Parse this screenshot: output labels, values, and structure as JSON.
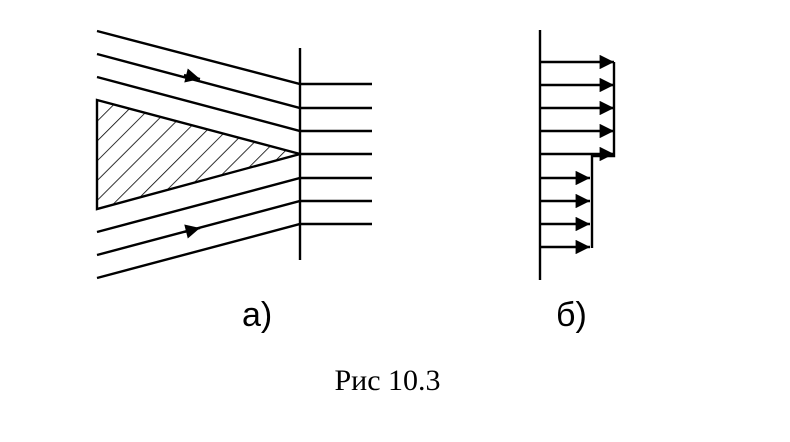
{
  "figure": {
    "label_a": "а)",
    "label_b": "б)",
    "caption": "Рис 10.3"
  },
  "colors": {
    "ink": "#000000",
    "background": "#ffffff"
  }
}
